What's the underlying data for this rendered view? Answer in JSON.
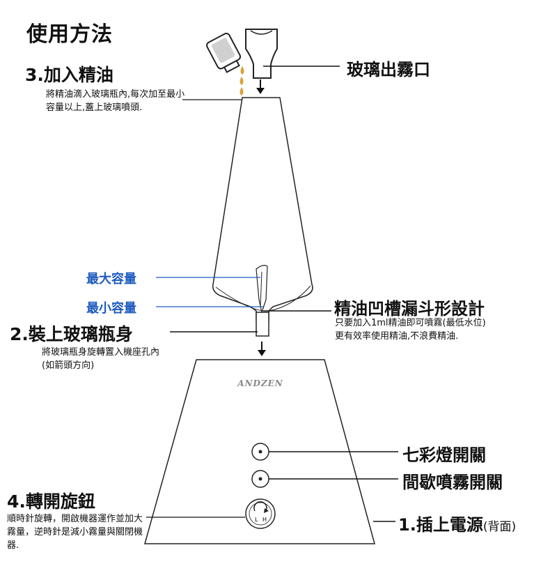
{
  "title": "使用方法",
  "step3": {
    "heading": "3.加入精油",
    "desc": "將精油滴入玻璃瓶內,每次加至最小容量以上,蓋上玻璃噴頭."
  },
  "nozzle_label": "玻璃出霧口",
  "max_label": "最大容量",
  "min_label": "最小容量",
  "funnel": {
    "heading": "精油凹槽漏斗形設計",
    "desc_line1": "只要加入1ml精油即可噴霧(最低水位)",
    "desc_line2": "更有效率使用精油,不浪費精油."
  },
  "step2": {
    "heading": "2.裝上玻璃瓶身",
    "desc": "將玻璃瓶身旋轉置入機座孔內(如箭頭方向)"
  },
  "brand": "ANDZEN",
  "light_switch_label": "七彩燈開關",
  "interval_switch_label": "間歇噴霧開關",
  "step4": {
    "heading": "4.轉開旋鈕",
    "desc": "順時針旋轉，開啟機器運作並加大霧量，逆時針是減小霧量與關閉機器."
  },
  "step1": {
    "heading": "1.插上電源",
    "note": "(背面)"
  },
  "knob_marks": {
    "low": "L",
    "high": "H"
  },
  "colors": {
    "label_blue": "#1e5bbf",
    "drop_yellow": "#d8a23a",
    "line": "#111111"
  }
}
